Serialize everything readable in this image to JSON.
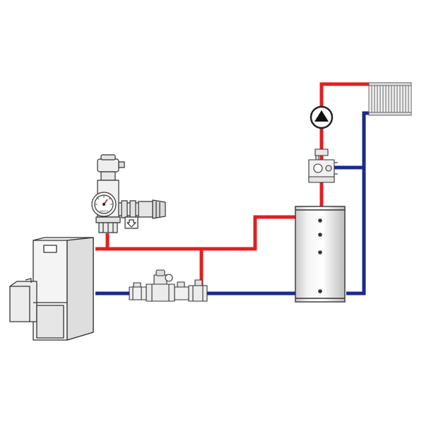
{
  "diagram": {
    "kind": "heating-system-schematic",
    "colors": {
      "supply": "#e02020",
      "return": "#1a2a8c",
      "outline": "#333333",
      "equipment_fill": "#f4f4f4",
      "equipment_shade": "#d8d8d8"
    },
    "labels": {
      "mixing_valve_brand": "WATTS"
    },
    "components": [
      {
        "id": "boiler",
        "icon": "solid-fuel-boiler"
      },
      {
        "id": "safety-group",
        "icon": "pressure-gauge-relief-valve"
      },
      {
        "id": "return-loading-unit",
        "icon": "thermostatic-return-valve"
      },
      {
        "id": "buffer-tank",
        "icon": "storage-tank"
      },
      {
        "id": "mixing-valve",
        "icon": "three-way-mixing-valve"
      },
      {
        "id": "circulation-pump",
        "icon": "pump-symbol"
      },
      {
        "id": "radiator",
        "icon": "radiator"
      }
    ]
  }
}
